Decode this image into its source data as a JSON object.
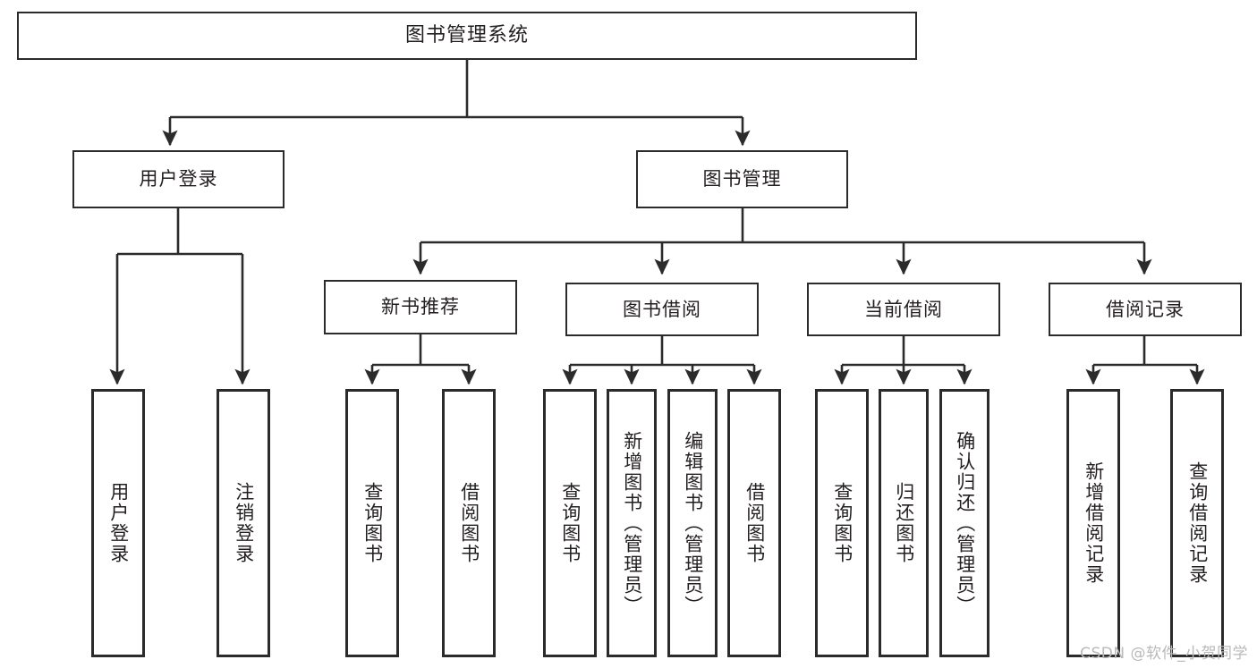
{
  "diagram": {
    "title": "图书管理系统",
    "type": "hierarchy-tree",
    "orientation": "top-down",
    "colors": {
      "box_border": "#2b2b2b",
      "box_fill": "#ffffff",
      "connector": "#2b2b2b",
      "text": "#231f20",
      "watermark": "#b9b9b9",
      "background": "#ffffff"
    }
  },
  "nodes": {
    "root": {
      "label": "图书管理系统",
      "level": 1
    },
    "level2": [
      {
        "id": "user-login",
        "label": "用户登录"
      },
      {
        "id": "book-manage",
        "label": "图书管理"
      }
    ],
    "level3": [
      {
        "id": "new-book-rec",
        "label": "新书推荐",
        "parent": "book-manage"
      },
      {
        "id": "book-borrow",
        "label": "图书借阅",
        "parent": "book-manage"
      },
      {
        "id": "current-borrow",
        "label": "当前借阅",
        "parent": "book-manage"
      },
      {
        "id": "borrow-record",
        "label": "借阅记录",
        "parent": "book-manage"
      }
    ],
    "leaves": [
      {
        "id": "leaf-user-login",
        "label": "用户登录",
        "parent": "user-login"
      },
      {
        "id": "leaf-user-logout",
        "label": "注销登录",
        "parent": "user-login"
      },
      {
        "id": "leaf-query-book-1",
        "label": "查询图书",
        "parent": "new-book-rec"
      },
      {
        "id": "leaf-borrow-book-1",
        "label": "借阅图书",
        "parent": "new-book-rec"
      },
      {
        "id": "leaf-query-book-2",
        "label": "查询图书",
        "parent": "book-borrow"
      },
      {
        "id": "leaf-add-book",
        "label": "新增图书（管理员）",
        "parent": "book-borrow"
      },
      {
        "id": "leaf-edit-book",
        "label": "编辑图书（管理员）",
        "parent": "book-borrow"
      },
      {
        "id": "leaf-borrow-book-2",
        "label": "借阅图书",
        "parent": "book-borrow"
      },
      {
        "id": "leaf-query-book-3",
        "label": "查询图书",
        "parent": "current-borrow"
      },
      {
        "id": "leaf-return-book",
        "label": "归还图书",
        "parent": "current-borrow"
      },
      {
        "id": "leaf-confirm-return",
        "label": "确认归还（管理员）",
        "parent": "current-borrow"
      },
      {
        "id": "leaf-add-record",
        "label": "新增借阅记录",
        "parent": "borrow-record"
      },
      {
        "id": "leaf-query-record",
        "label": "查询借阅记录",
        "parent": "borrow-record"
      }
    ]
  },
  "watermark": {
    "text": "CSDN @软件_小贺同学"
  }
}
